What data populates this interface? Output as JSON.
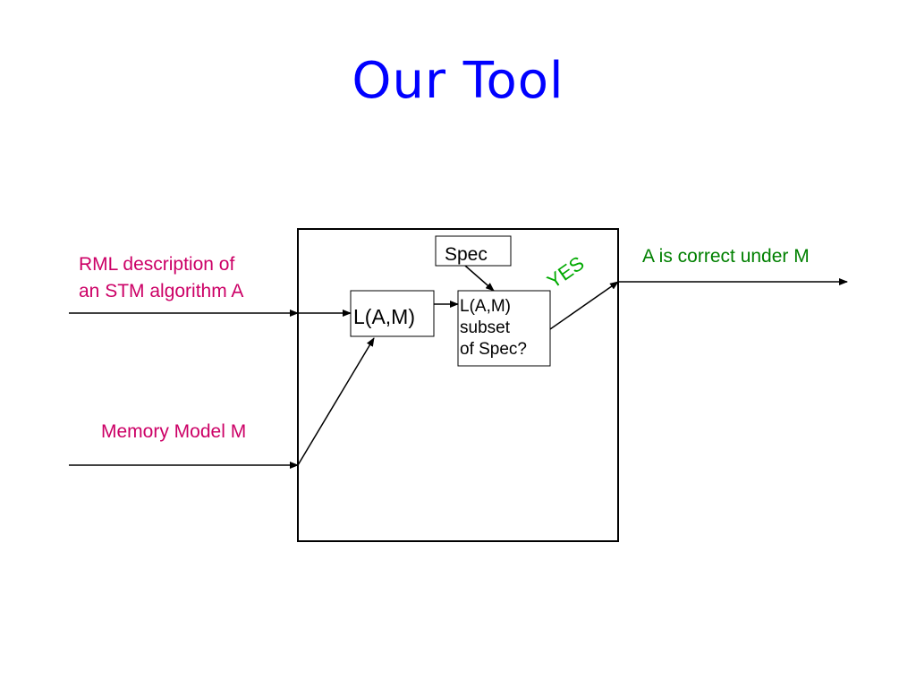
{
  "slide": {
    "title": "Our Tool"
  },
  "inputs": {
    "rml_line1": "RML description of",
    "rml_line2": "an STM algorithm A",
    "memory_model": "Memory Model M"
  },
  "tool": {
    "spec_label": "Spec",
    "language_label": "L(A,M)",
    "check_line1": "L(A,M)",
    "check_line2": "subset",
    "check_line3": "of Spec?",
    "yes_label": "YES"
  },
  "output": {
    "result": "A is correct under M"
  },
  "colors": {
    "title": "#0000ff",
    "input_text": "#cc0066",
    "output_text": "#008000",
    "yes_text": "#00aa00"
  }
}
